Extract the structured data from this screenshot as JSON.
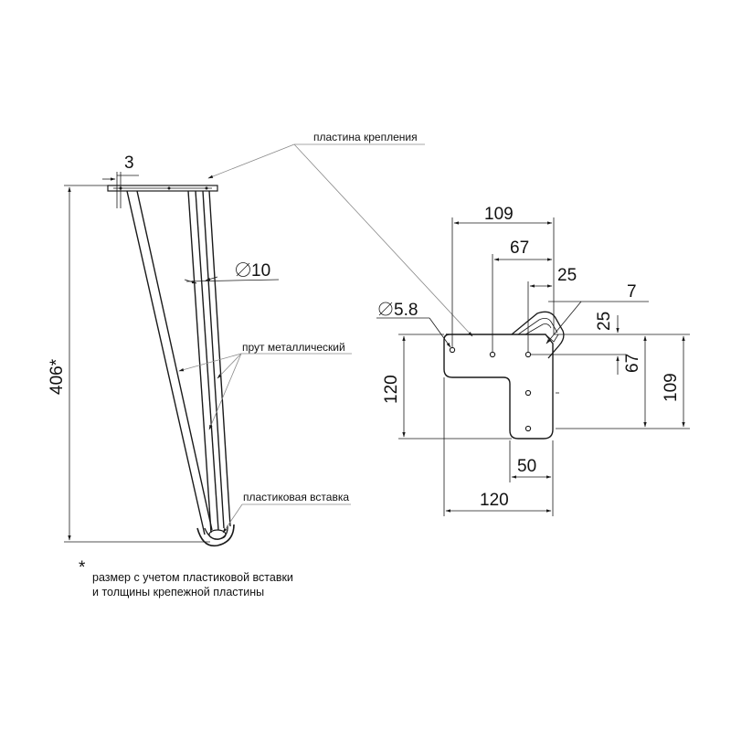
{
  "labels": {
    "mounting_plate": "пластина крепления",
    "metal_rod": "прут металлический",
    "plastic_insert": "пластиковая вставка"
  },
  "dimensions": {
    "plate_thickness": "3",
    "rod_diameter": "10",
    "total_height": "406*",
    "hole_diameter": "5.8",
    "plate_top_width": "109",
    "plate_hole_offset": "67",
    "plate_inner_offset": "25",
    "plate_edge_offset": "7",
    "plate_right_25": "25",
    "plate_right_67": "67",
    "plate_right_109": "109",
    "plate_height": "120",
    "plate_step_width": "50",
    "plate_width": "120"
  },
  "footnote": {
    "asterisk": "*",
    "line1": "размер с учетом пластиковой вставки",
    "line2": "и толщины крепежной пластины"
  }
}
